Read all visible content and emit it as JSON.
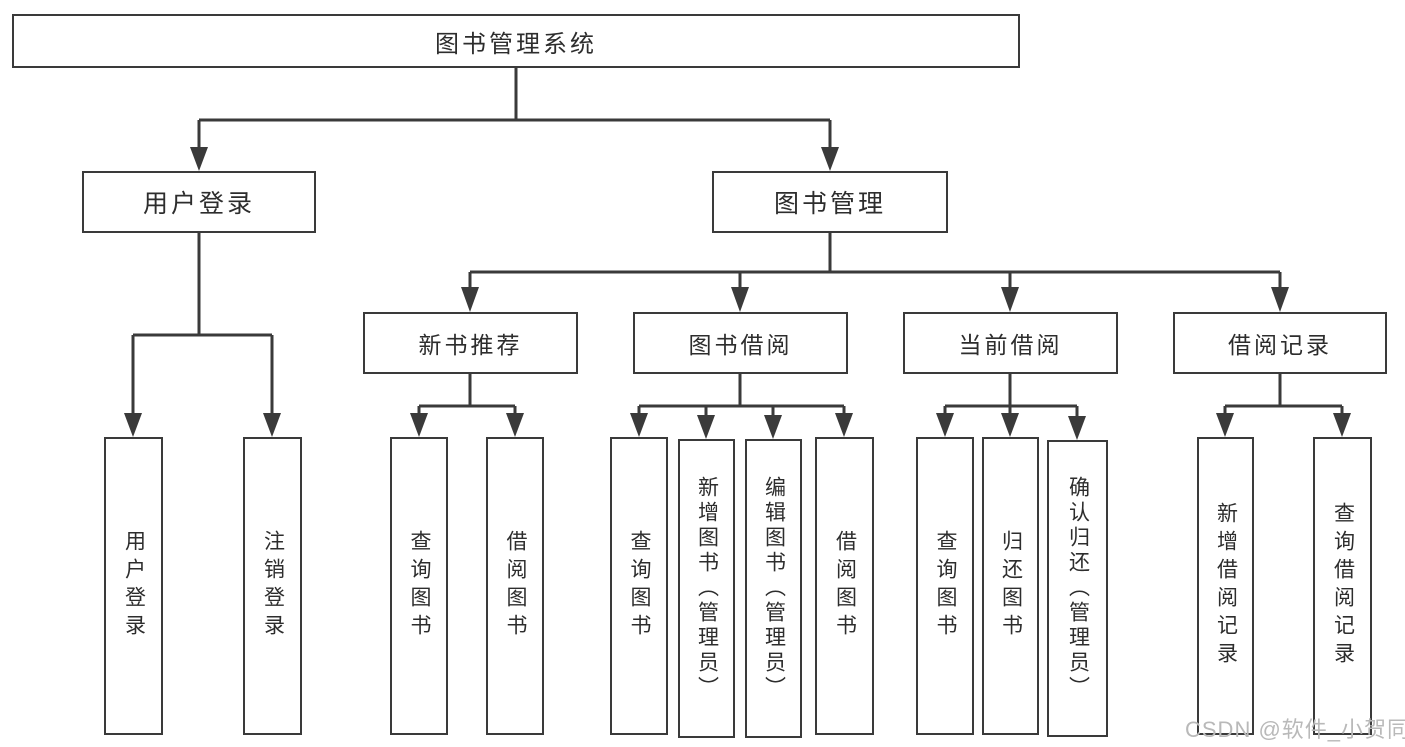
{
  "tree": {
    "label": "图书管理系统",
    "children": [
      {
        "label": "用户登录",
        "children": [
          {
            "label": "用户登录"
          },
          {
            "label": "注销登录"
          }
        ]
      },
      {
        "label": "图书管理",
        "children": [
          {
            "label": "新书推荐",
            "children": [
              {
                "label": "查询图书"
              },
              {
                "label": "借阅图书"
              }
            ]
          },
          {
            "label": "图书借阅",
            "children": [
              {
                "label": "查询图书"
              },
              {
                "label": "新增图书（管理员）"
              },
              {
                "label": "编辑图书（管理员）"
              },
              {
                "label": "借阅图书"
              }
            ]
          },
          {
            "label": "当前借阅",
            "children": [
              {
                "label": "查询图书"
              },
              {
                "label": "归还图书"
              },
              {
                "label": "确认归还（管理员）"
              }
            ]
          },
          {
            "label": "借阅记录",
            "children": [
              {
                "label": "新增借阅记录"
              },
              {
                "label": "查询借阅记录"
              }
            ]
          }
        ]
      }
    ]
  },
  "watermark": {
    "text": "CSDN @软件_小贺同学"
  },
  "colors": {
    "line": "#3a3a3a",
    "box_border": "#3a3a3a",
    "box_fill": "#ffffff",
    "text": "#2d2d2d",
    "watermark": "#b9b9b9",
    "background": "#ffffff"
  }
}
